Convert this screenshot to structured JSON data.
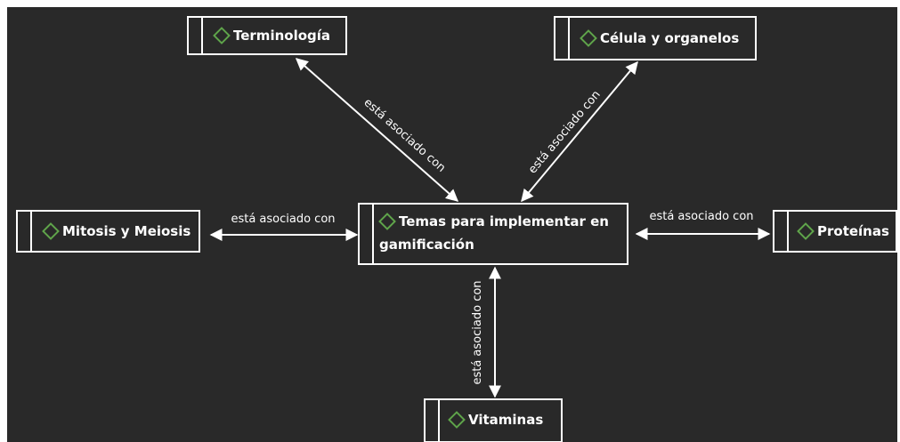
{
  "diagram": {
    "background": "#292929",
    "line_color": "#ffffff",
    "icon_color": "#5fa44a",
    "central_node": {
      "label_line1": "Temas para implementar en",
      "label_line2": "gamificación"
    },
    "nodes": {
      "terminologia": "Terminología",
      "celula": "Célula y organelos",
      "mitosis": "Mitosis y Meiosis",
      "proteinas": "Proteínas",
      "vitaminas": "Vitaminas"
    },
    "relation_label": "está asociado con",
    "icon": "diamond-icon"
  }
}
